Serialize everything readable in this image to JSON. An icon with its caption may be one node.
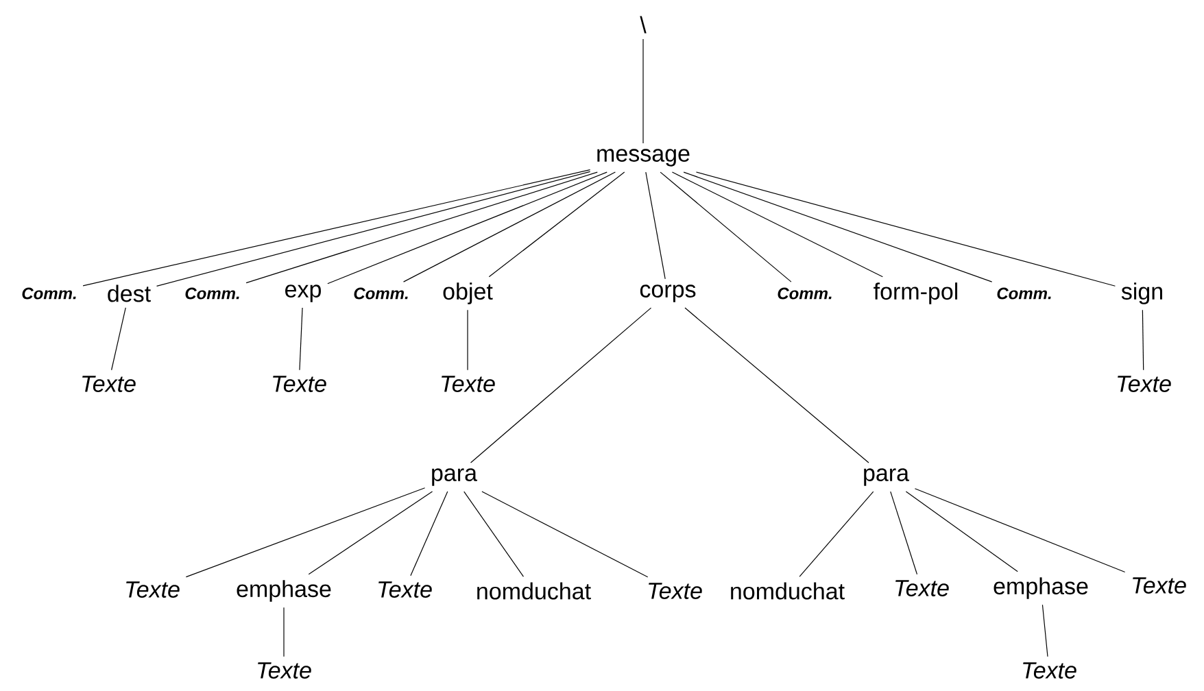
{
  "diagram": {
    "nodes": [
      {
        "text": [
          "\\"
        ]
      },
      {
        "text": [
          "message"
        ]
      },
      {
        "text": [
          "Comm."
        ]
      },
      {
        "text": [
          "dest"
        ]
      },
      {
        "text": [
          "Comm."
        ]
      },
      {
        "text": [
          "exp"
        ]
      },
      {
        "text": [
          "Comm."
        ]
      },
      {
        "text": [
          "objet"
        ]
      },
      {
        "text": [
          "corps"
        ]
      },
      {
        "text": [
          "Comm."
        ]
      },
      {
        "text": [
          "form-pol"
        ]
      },
      {
        "text": [
          "Comm."
        ]
      },
      {
        "text": [
          "sign"
        ]
      },
      {
        "text": [
          "Texte"
        ]
      },
      {
        "text": [
          "Texte"
        ]
      },
      {
        "text": [
          "Texte"
        ]
      },
      {
        "text": [
          "Texte"
        ]
      },
      {
        "text": [
          "para"
        ]
      },
      {
        "text": [
          "para"
        ]
      },
      {
        "text": [
          "Texte"
        ]
      },
      {
        "text": [
          "emphase"
        ]
      },
      {
        "text": [
          "Texte"
        ]
      },
      {
        "text": [
          "nomduchat"
        ]
      },
      {
        "text": [
          "Texte"
        ]
      },
      {
        "text": [
          "nomduchat"
        ]
      },
      {
        "text": [
          "Texte"
        ]
      },
      {
        "text": [
          "emphase"
        ]
      },
      {
        "text": [
          "Texte"
        ]
      },
      {
        "text": [
          "Texte"
        ]
      },
      {
        "text": [
          "Texte"
        ]
      }
    ],
    "edges": [
      {
        "from": 0,
        "to": 1,
        "arrow": "none"
      },
      {
        "from": 1,
        "to": 2,
        "arrow": "none"
      },
      {
        "from": 1,
        "to": 3,
        "arrow": "none"
      },
      {
        "from": 1,
        "to": 4,
        "arrow": "none"
      },
      {
        "from": 1,
        "to": 5,
        "arrow": "none"
      },
      {
        "from": 1,
        "to": 6,
        "arrow": "none"
      },
      {
        "from": 1,
        "to": 7,
        "arrow": "none"
      },
      {
        "from": 1,
        "to": 8,
        "arrow": "none"
      },
      {
        "from": 1,
        "to": 9,
        "arrow": "none"
      },
      {
        "from": 1,
        "to": 10,
        "arrow": "none"
      },
      {
        "from": 1,
        "to": 11,
        "arrow": "none"
      },
      {
        "from": 1,
        "to": 12,
        "arrow": "none"
      },
      {
        "from": 3,
        "to": 13,
        "arrow": "none"
      },
      {
        "from": 5,
        "to": 14,
        "arrow": "none"
      },
      {
        "from": 7,
        "to": 15,
        "arrow": "none"
      },
      {
        "from": 12,
        "to": 16,
        "arrow": "none"
      },
      {
        "from": 8,
        "to": 17,
        "arrow": "none"
      },
      {
        "from": 8,
        "to": 18,
        "arrow": "none"
      },
      {
        "from": 17,
        "to": 19,
        "arrow": "none"
      },
      {
        "from": 17,
        "to": 20,
        "arrow": "none"
      },
      {
        "from": 17,
        "to": 21,
        "arrow": "none"
      },
      {
        "from": 17,
        "to": 22,
        "arrow": "none"
      },
      {
        "from": 17,
        "to": 23,
        "arrow": "none"
      },
      {
        "from": 18,
        "to": 24,
        "arrow": "none"
      },
      {
        "from": 18,
        "to": 25,
        "arrow": "none"
      },
      {
        "from": 18,
        "to": 26,
        "arrow": "none"
      },
      {
        "from": 18,
        "to": 27,
        "arrow": "none"
      },
      {
        "from": 20,
        "to": 28,
        "arrow": "none"
      },
      {
        "from": 26,
        "to": 29,
        "arrow": "none"
      }
    ]
  }
}
